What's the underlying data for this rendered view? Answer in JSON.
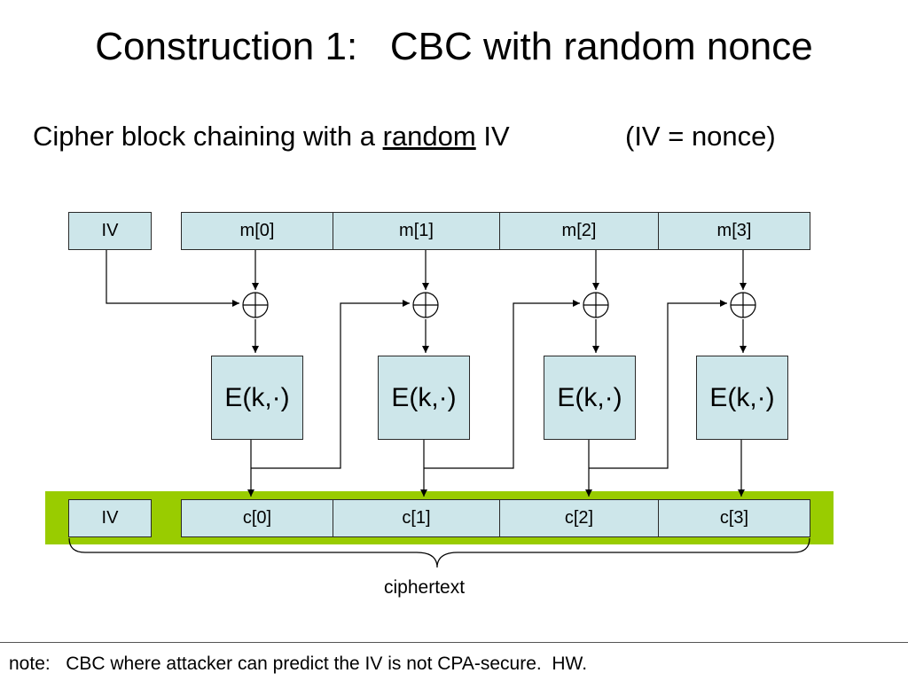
{
  "title": "Construction 1:   CBC with random nonce",
  "subtitle": {
    "prefix": "Cipher block chaining with a ",
    "underlined": "random",
    "suffix": " IV",
    "aside": "(IV = nonce)"
  },
  "plaintext_row": {
    "iv": "IV",
    "blocks": [
      "m[0]",
      "m[1]",
      "m[2]",
      "m[3]"
    ]
  },
  "encrypt_label": "E(k,·)",
  "ciphertext_row": {
    "iv": "IV",
    "blocks": [
      "c[0]",
      "c[1]",
      "c[2]",
      "c[3]"
    ]
  },
  "ciphertext_label": "ciphertext",
  "note": "note:   CBC where attacker can predict the IV is not CPA-secure.  HW.",
  "colors": {
    "box_fill": "#cde6ea",
    "highlight_bar": "#99cc00"
  },
  "icons": [
    "xor-icon",
    "arrow-down-icon",
    "brace-icon"
  ]
}
